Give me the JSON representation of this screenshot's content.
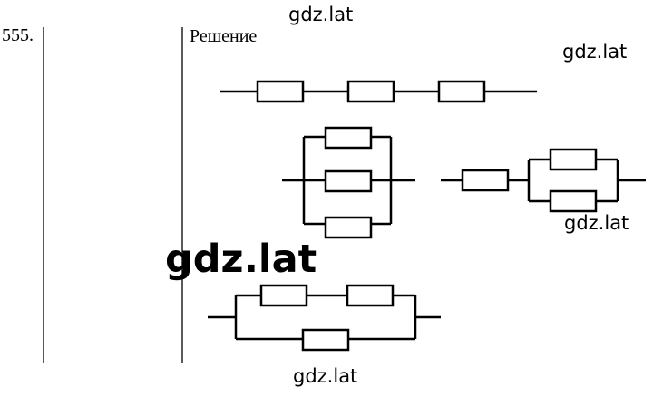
{
  "problem": {
    "number": "555.",
    "solution_label": "Решение"
  },
  "watermarks": [
    "gdz.lat",
    "gdz.lat",
    "gdz.lat",
    "gdz.lat",
    "gdz.lat"
  ],
  "circuits": [
    {
      "id": "series-three",
      "topology": "three resistors in series",
      "resistors": 3
    },
    {
      "id": "parallel-three",
      "topology": "three resistors in parallel",
      "resistors": 3
    },
    {
      "id": "series-with-parallel-pair",
      "topology": "one resistor in series with two resistors in parallel",
      "resistors": 3
    },
    {
      "id": "series-pair-parallel-single",
      "topology": "two resistors in series, in parallel with one resistor",
      "resistors": 3
    }
  ]
}
